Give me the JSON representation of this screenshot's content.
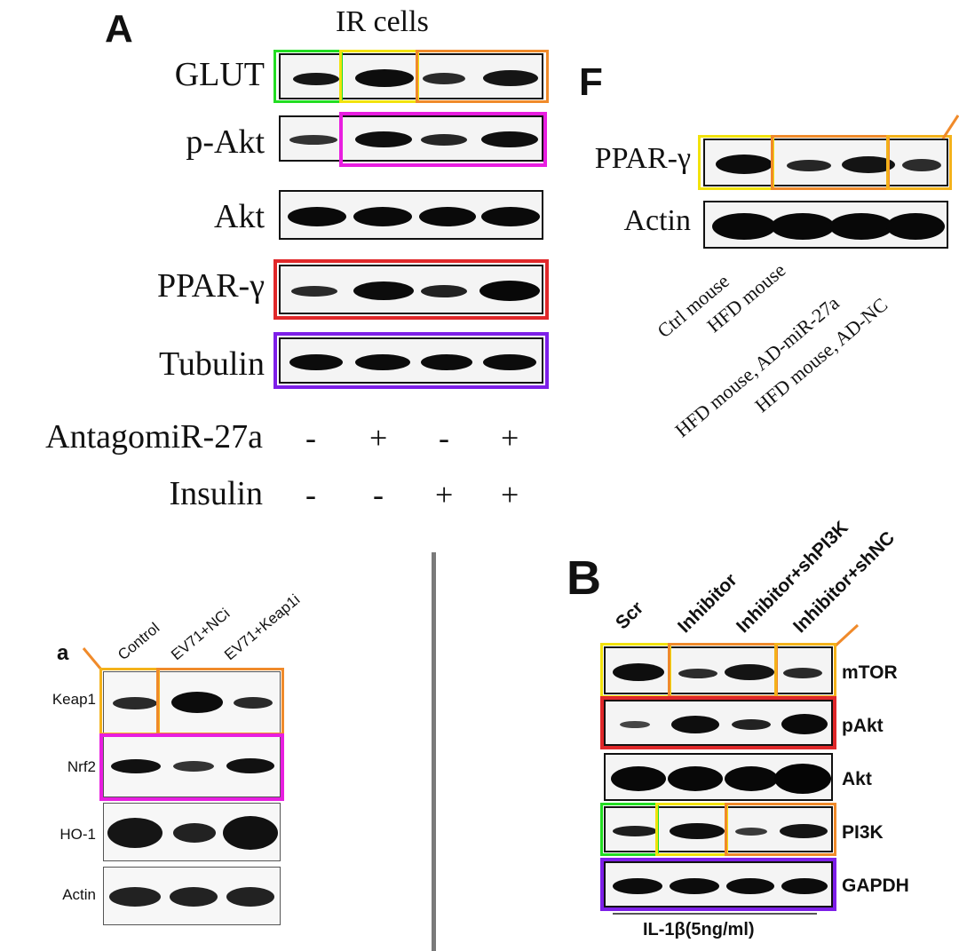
{
  "panel_A": {
    "letter": "A",
    "title": "IR cells",
    "rows": [
      "GLUT",
      "p-Akt",
      "Akt",
      "PPAR-γ",
      "Tubulin"
    ],
    "treatments": [
      {
        "label": "AntagomiR-27a",
        "signs": [
          "-",
          "+",
          "-",
          "+"
        ]
      },
      {
        "label": "Insulin",
        "signs": [
          "-",
          "-",
          "+",
          "+"
        ]
      }
    ]
  },
  "panel_F": {
    "letter": "F",
    "rows": [
      "PPAR-γ",
      "Actin"
    ],
    "lanes": [
      "Ctrl mouse",
      "HFD mouse",
      "HFD mouse, AD-miR-27a",
      "HFD mouse, AD-NC"
    ]
  },
  "panel_a": {
    "letter": "a",
    "lanes": [
      "Control",
      "EV71+NCi",
      "EV71+Keap1i"
    ],
    "rows": [
      "Keap1",
      "Nrf2",
      "HO-1",
      "Actin"
    ]
  },
  "panel_B": {
    "letter": "B",
    "lanes": [
      "Scr",
      "Inhibitor",
      "Inhibitor+shPI3K",
      "Inhibitor+shNC"
    ],
    "rows": [
      "mTOR",
      "pAkt",
      "Akt",
      "PI3K",
      "GAPDH"
    ],
    "footer": "IL-1β(5ng/ml)"
  },
  "highlight_colors": {
    "green": "#22dd22",
    "yellow": "#f2e20c",
    "orange": "#f08a2a",
    "magenta": "#e81ee0",
    "red": "#e0282a",
    "purple": "#7d1fe8",
    "gold": "#f4b21a"
  }
}
